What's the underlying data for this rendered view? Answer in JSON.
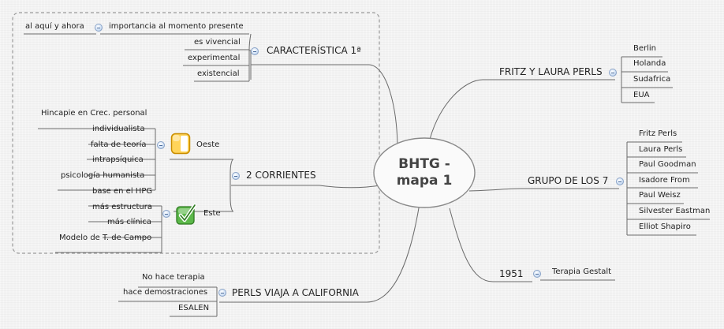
{
  "central": {
    "line1": "BHTG -",
    "line2": "mapa 1"
  },
  "left": {
    "caracteristica": {
      "label": "CARACTERÍSTICA 1ª",
      "children": [
        "importancia al momento presente",
        "es vivencial",
        "experimental",
        "existencial"
      ],
      "grandchild": "al aquí y ahora"
    },
    "corrientes": {
      "label": "2 CORRIENTES",
      "oeste": {
        "label": "Oeste",
        "icon": "half-filled-box-icon",
        "items": [
          "Hincapie en Crec. personal",
          "individualista",
          "falta de teoría",
          "intrapsíquica",
          "psicología humanista"
        ]
      },
      "este": {
        "label": "Este",
        "icon": "green-checkmark-icon",
        "items": [
          "base en el HPG",
          "más estructura",
          "más clínica",
          "Modelo de T. de Campo"
        ]
      }
    },
    "perls": {
      "label": "PERLS VIAJA A CALIFORNIA",
      "items": [
        "No hace terapia",
        "hace demostraciones",
        "ESALEN"
      ]
    }
  },
  "right": {
    "fritz": {
      "label": "FRITZ Y LAURA PERLS",
      "items": [
        "Berlin",
        "Holanda",
        "Sudafrica",
        "EUA"
      ]
    },
    "grupo": {
      "label": "GRUPO DE LOS 7",
      "items": [
        "Fritz Perls",
        "Laura Perls",
        "Paul Goodman",
        "Isadore From",
        "Paul Weisz",
        "Silvester Eastman",
        "Elliot Shapiro"
      ]
    },
    "year": {
      "label": "1951",
      "items": [
        "Terapia Gestalt"
      ]
    }
  },
  "colors": {
    "line": "#6b6b6b",
    "dashed_box": "#9a9a9a",
    "toggle": "#8aa3c7",
    "check_green": "#3f9b2f",
    "half_box_yellow": "#f3b600"
  }
}
